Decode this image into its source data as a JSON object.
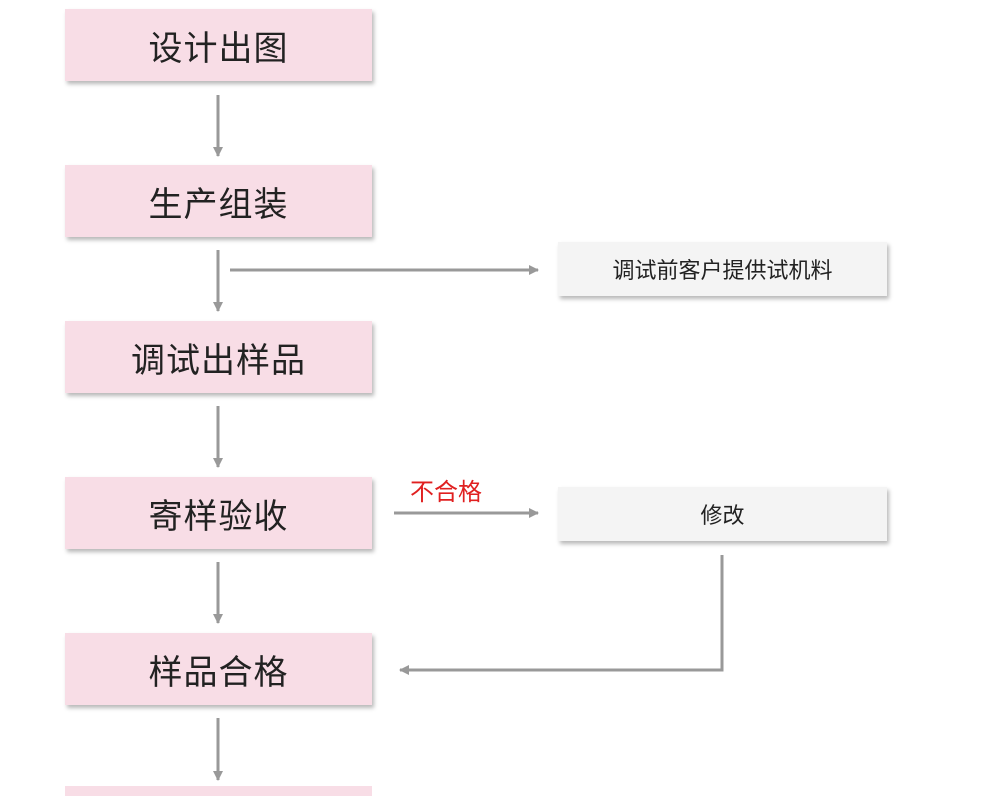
{
  "steps": [
    {
      "id": "design",
      "label": "设计出图"
    },
    {
      "id": "assembly",
      "label": "生产组装"
    },
    {
      "id": "debug",
      "label": "调试出样品"
    },
    {
      "id": "inspect",
      "label": "寄样验收"
    },
    {
      "id": "qualified",
      "label": "样品合格"
    }
  ],
  "side_nodes": {
    "material": {
      "label": "调试前客户提供试机料"
    },
    "modify": {
      "label": "修改"
    }
  },
  "edges": {
    "fail_label": "不合格"
  },
  "colors": {
    "step_fill": "#f8dde6",
    "side_fill": "#f4f4f4",
    "arrow": "#999999",
    "fail_text": "#e02020"
  }
}
